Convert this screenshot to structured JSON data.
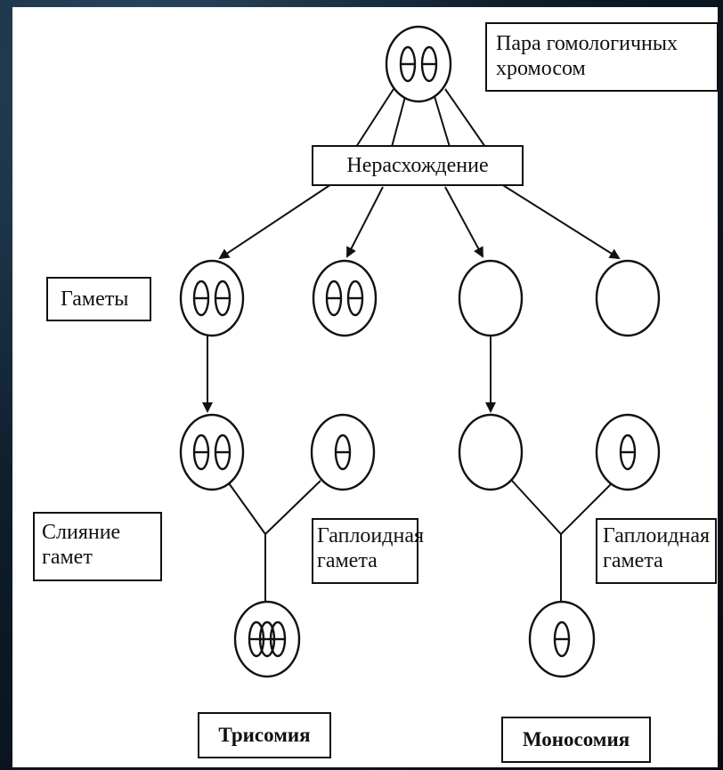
{
  "labels": {
    "homologous_pair": "Пара гомологичных хромосом",
    "nondisjunction": "Нерасхождение",
    "gametes": "Гаметы",
    "fusion": "Слияние гамет",
    "haploid_left": "Гаплоидная гамета",
    "haploid_right": "Гаплоидная гамета",
    "trisomy": "Трисомия",
    "monosomy": "Моносомия"
  },
  "colors": {
    "ink": "#111111",
    "paper": "#ffffff",
    "background": "#0e1e2c"
  }
}
